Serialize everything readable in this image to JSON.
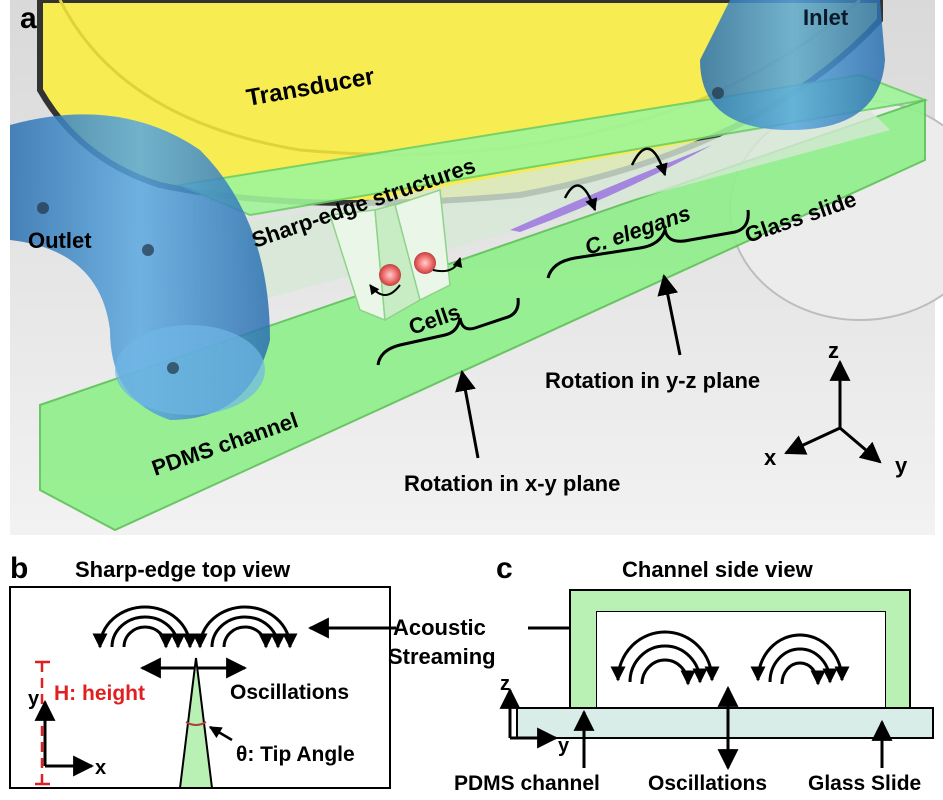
{
  "panel_a": {
    "letter": "a",
    "labels": {
      "transducer": "Transducer",
      "inlet": "Inlet",
      "outlet": "Outlet",
      "sharp_edge": "Sharp-edge structures",
      "glass_slide": "Glass slide",
      "c_elegans": "C. elegans",
      "cells": "Cells",
      "pdms_channel": "PDMS channel",
      "rotation_yz": "Rotation in y-z plane",
      "rotation_xy": "Rotation in x-y plane"
    },
    "axes": {
      "z": "z",
      "x": "x",
      "y": "y"
    },
    "colors": {
      "transducer": "#f7ec52",
      "channel": "#8ff08a",
      "tube": "#3e8fd0",
      "worm": "#a07be0",
      "cell": "#f08080"
    }
  },
  "panel_b": {
    "letter": "b",
    "title": "Sharp-edge top view",
    "height_label": "H: height",
    "oscillations": "Oscillations",
    "tip_angle": "θ: Tip Angle",
    "axis_x": "x",
    "axis_y": "y",
    "colors": {
      "height": "#e02020",
      "edge": "#b9f0b3"
    }
  },
  "panel_c": {
    "letter": "c",
    "title": "Channel side view",
    "pdms_channel": "PDMS channel",
    "oscillations": "Oscillations",
    "glass_slide": "Glass Slide",
    "axis_z": "z",
    "axis_y": "y",
    "colors": {
      "channel": "#b9f0b3",
      "glass": "#d8ece8"
    }
  },
  "shared": {
    "acoustic_streaming": [
      "Acoustic",
      "Streaming"
    ]
  }
}
